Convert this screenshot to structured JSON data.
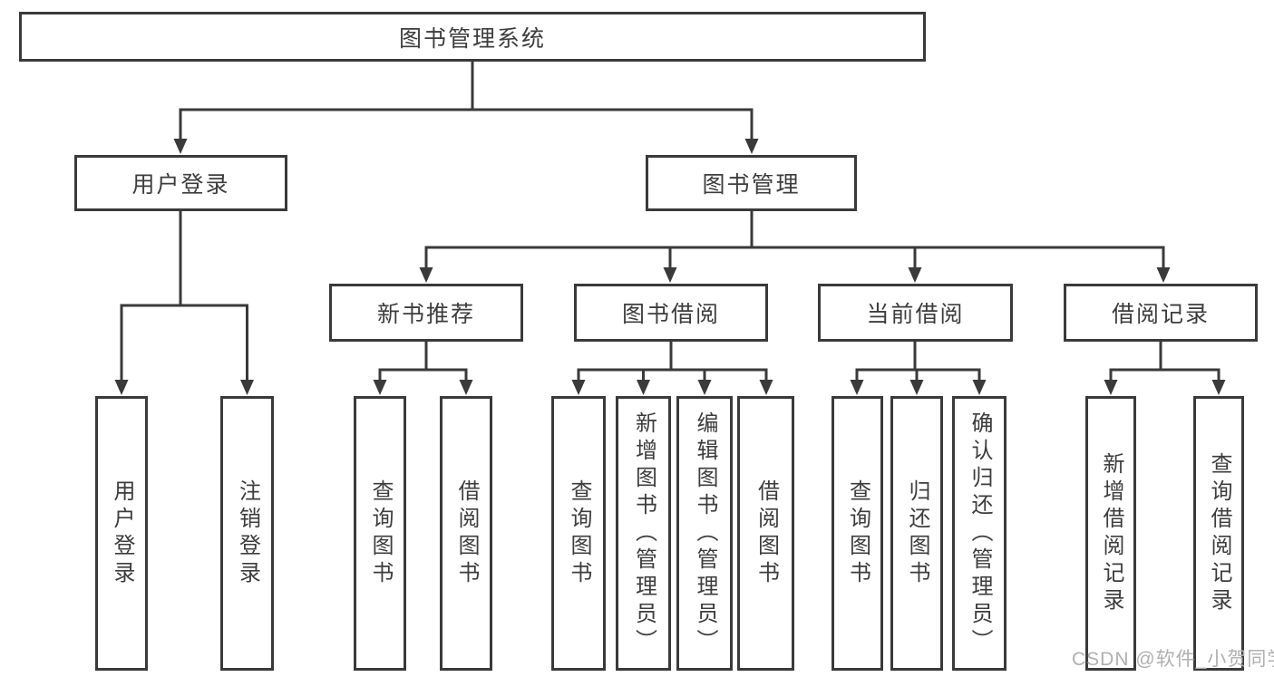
{
  "diagram": {
    "root": {
      "label": "图书管理系统"
    },
    "level2": [
      {
        "label": "用户登录"
      },
      {
        "label": "图书管理"
      }
    ],
    "level3": [
      {
        "label": "新书推荐"
      },
      {
        "label": "图书借阅"
      },
      {
        "label": "当前借阅"
      },
      {
        "label": "借阅记录"
      }
    ],
    "leaves": [
      {
        "label": "用户登录"
      },
      {
        "label": "注销登录"
      },
      {
        "label": "查询图书"
      },
      {
        "label": "借阅图书"
      },
      {
        "label": "查询图书"
      },
      {
        "label": "新增图书（管理员）"
      },
      {
        "label": "编辑图书（管理员）"
      },
      {
        "label": "借阅图书"
      },
      {
        "label": "查询图书"
      },
      {
        "label": "归还图书"
      },
      {
        "label": "确认归还（管理员）"
      },
      {
        "label": "新增借阅记录"
      },
      {
        "label": "查询借阅记录"
      }
    ]
  },
  "watermark": "CSDN @软件_小贺同学",
  "colors": {
    "line": "#3a3a3a",
    "text": "#3d3d3d",
    "watermark": "#b0b0b0",
    "background": "#ffffff"
  }
}
